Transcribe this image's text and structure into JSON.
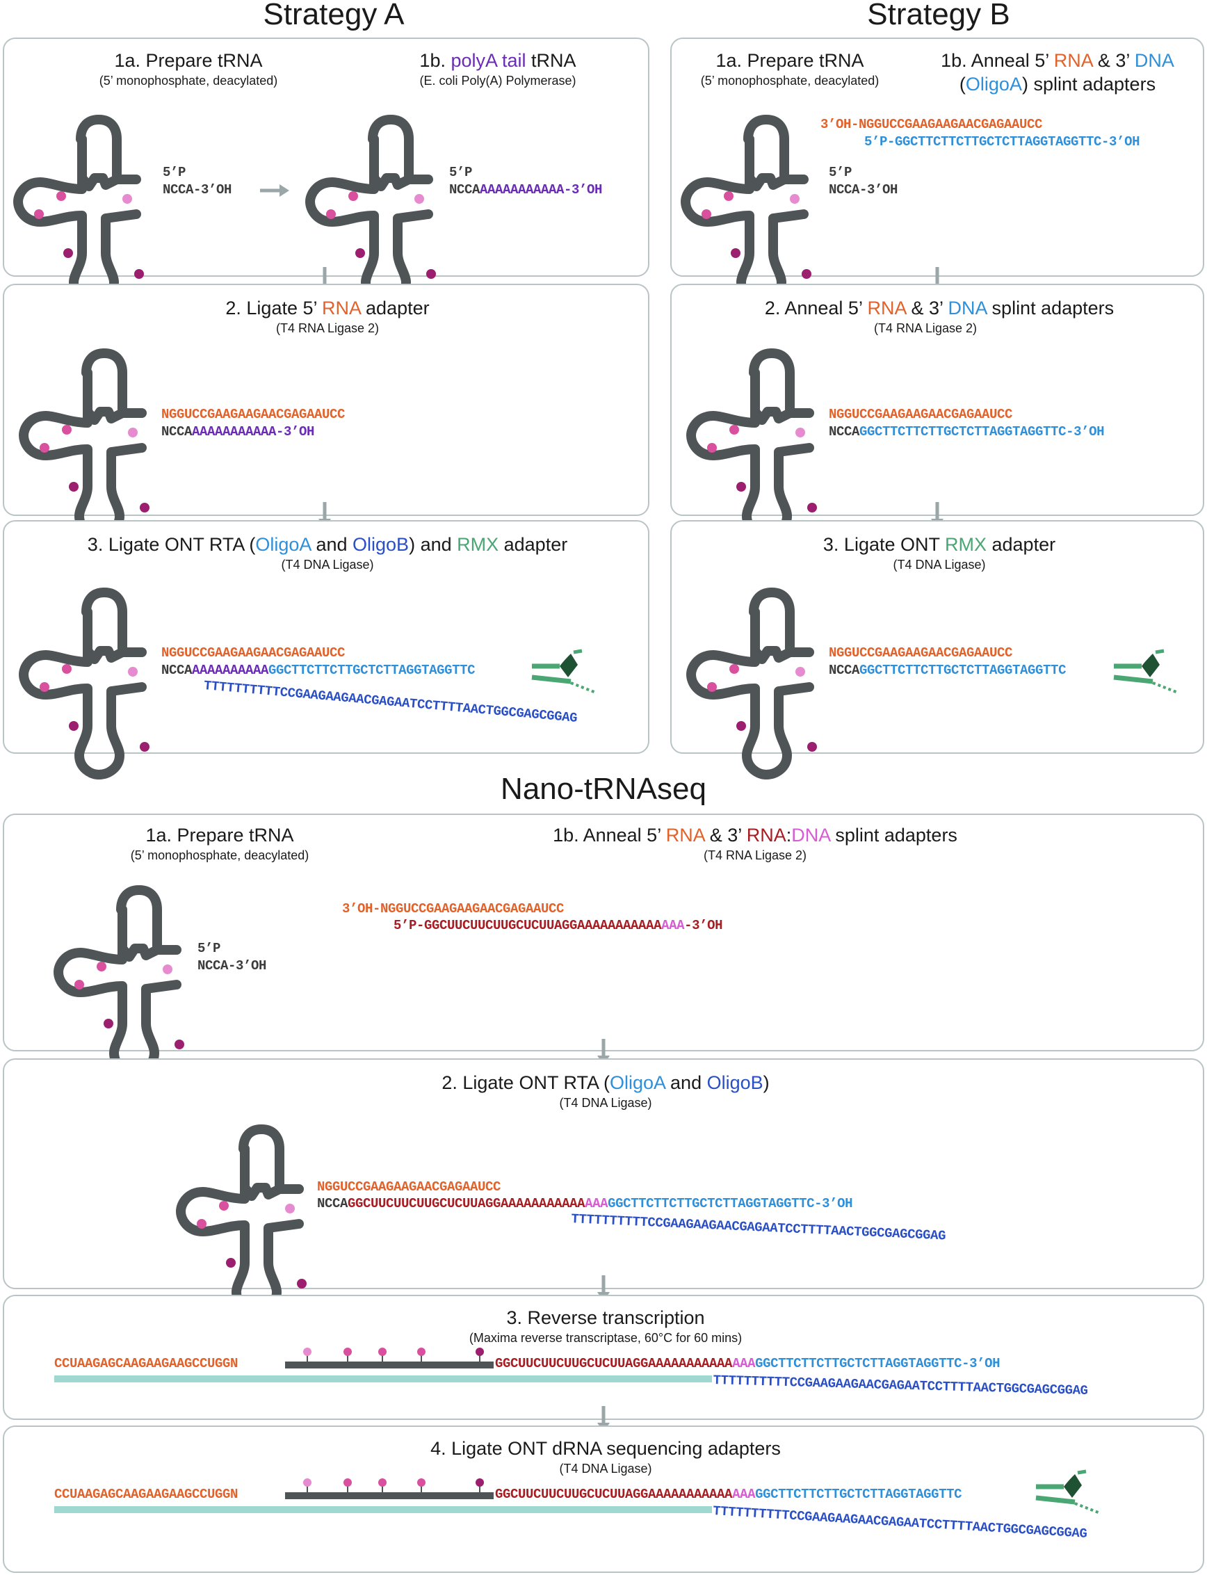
{
  "colors": {
    "trna_body": "#4f5456",
    "rna_adapter": "#e1622a",
    "polyA": "#6a2bb7",
    "oligoA": "#2f8fd9",
    "oligoB": "#2a4fc4",
    "rna_splint": "#a71d22",
    "dna_splint": "#d85dd4",
    "rmx": "#4aa672",
    "cdna": "#9fd8d1",
    "mod_pink": "#d9509f",
    "mod_light": "#e78bd0",
    "mod_dark": "#9c1e6f",
    "arrow": "#9ba6a9",
    "border": "#b9c4c7"
  },
  "icons": [
    "trna-cloverleaf-icon",
    "modification-dot-icon",
    "down-arrow-icon",
    "right-arrow-icon",
    "rmx-motor-protein-icon"
  ],
  "strategyA": {
    "title": "Strategy A",
    "p1": {
      "t1a": "1a. Prepare tRNA",
      "s1a": "(5’ monophosphate, deacylated)",
      "t1b_pre": "1b. ",
      "t1b_hl": "polyA tail",
      "t1b_post": " tRNA",
      "s1b": "(E. coli Poly(A) Polymerase)",
      "five_p": "5’P",
      "end_3oh": "NCCA-3’OH",
      "ncca": "NCCA",
      "polyA_seq": "AAAAAAAAAAA-3’OH"
    },
    "p2": {
      "title_pre": "2. Ligate 5’ ",
      "title_hl": "RNA",
      "title_post": " adapter",
      "sub": "(T4 RNA Ligase 2)",
      "rna_seq": "NGGUCCGAAGAAGAACGAGAAUCC",
      "ncca": "NCCA",
      "polyA_seq": "AAAAAAAAAAA-3’OH"
    },
    "p3": {
      "title_pre": "3. Ligate ONT RTA (",
      "oligoA": "OligoA",
      "and1": " and ",
      "oligoB": "OligoB",
      "mid": ") and ",
      "rmx": "RMX",
      "title_post": " adapter",
      "sub": "(T4 DNA Ligase)",
      "rna_seq": "NGGUCCGAAGAAGAACGAGAAUCC",
      "ncca": "NCCA",
      "polyA_seq": "AAAAAAAAAA",
      "oligoA_seq": "GGCTTCTTCTTGCTCTTAGGTAGGTTC",
      "oligoB_seq": "TTTTTTTTTTCCGAAGAAGAACGAGAATCCTTTTAACTGGCGAGCGGAG"
    }
  },
  "strategyB": {
    "title": "Strategy B",
    "p1": {
      "t1a": "1a. Prepare tRNA",
      "s1a": "(5’ monophosphate, deacylated)",
      "t1b_pre": "1b. Anneal 5’ ",
      "rna": "RNA",
      "amp": " & 3’ ",
      "dna": "DNA",
      "t1b_line2_pre": "(",
      "oligoA": "OligoA",
      "t1b_line2_post": ") splint adapters",
      "rna_adapter_seq": "3’OH-NGGUCCGAAGAAGAACGAGAAUCC",
      "dna_adapter_seq": "5’P-GGCTTCTTCTTGCTCTTAGGTAGGTTC-3’OH",
      "five_p": "5’P",
      "end_3oh": "NCCA-3’OH"
    },
    "p2": {
      "title_pre": "2. Anneal 5’ ",
      "rna": "RNA",
      "amp": " & 3’ ",
      "dna": "DNA",
      "title_post": " splint adapters",
      "sub": "(T4 RNA Ligase 2)",
      "rna_seq": "NGGUCCGAAGAAGAACGAGAAUCC",
      "ncca": "NCCA",
      "dna_seq": "GGCTTCTTCTTGCTCTTAGGTAGGTTC-3’OH"
    },
    "p3": {
      "title_pre": "3. Ligate ONT ",
      "rmx": "RMX",
      "title_post": " adapter",
      "sub": "(T4 DNA Ligase)",
      "rna_seq": "NGGUCCGAAGAAGAACGAGAAUCC",
      "ncca": "NCCA",
      "dna_seq": "GGCTTCTTCTTGCTCTTAGGTAGGTTC"
    }
  },
  "nano": {
    "title": "Nano-tRNAseq",
    "p1": {
      "t1a": "1a. Prepare tRNA",
      "s1a": "(5’ monophosphate, deacylated)",
      "t1b_pre": "1b. Anneal 5’ ",
      "rna": "RNA",
      "amp": " & 3’ ",
      "rna2": "RNA",
      "colon": ":",
      "dna": "DNA",
      "t1b_post": " splint adapters",
      "s1b": "(T4 RNA Ligase 2)",
      "rna_adapter_seq": "3’OH-NGGUCCGAAGAAGAACGAGAAUCC",
      "splint_red": "5’P-GGCUUCUUCUUGCUCUUAGGAAAAAAAAAAA",
      "splint_pink": "AAA",
      "splint_end": "-3’OH",
      "five_p": "5’P",
      "end_3oh": "NCCA-3’OH"
    },
    "p2": {
      "title_pre": "2. Ligate ONT RTA (",
      "oligoA": "OligoA",
      "and1": " and ",
      "oligoB": "OligoB",
      "title_post": ")",
      "sub": "(T4 DNA Ligase)",
      "rna_seq": "NGGUCCGAAGAAGAACGAGAAUCC",
      "ncca": "NCCA",
      "red_seq": "GGCUUCUUCUUGCUCUUAGGAAAAAAAAAAA",
      "pink_seq": "AAA",
      "oligoA_seq": "GGCTTCTTCTTGCTCTTAGGTAGGTTC-3’OH",
      "oligoB_seq": "TTTTTTTTTTCCGAAGAAGAACGAGAATCCTTTTAACTGGCGAGCGGAG"
    },
    "p3": {
      "title": "3. Reverse transcription",
      "sub": "(Maxima reverse transcriptase, 60°C for 60 mins)",
      "cdna_seq": "CCUAAGAGCAAGAAGAAGCCUGGN",
      "red_seq": "GGCUUCUUCUUGCUCUUAGGAAAAAAAAAAA",
      "pink_seq": "AAA",
      "oligoA_seq": "GGCTTCTTCTTGCTCTTAGGTAGGTTC-3’OH",
      "oligoB_seq": "TTTTTTTTTTCCGAAGAAGAACGAGAATCCTTTTAACTGGCGAGCGGAG"
    },
    "p4": {
      "title": "4. Ligate ONT dRNA sequencing adapters",
      "sub": "(T4 DNA Ligase)",
      "cdna_seq": "CCUAAGAGCAAGAAGAAGCCUGGN",
      "red_seq": "GGCUUCUUCUUGCUCUUAGGAAAAAAAAAAA",
      "pink_seq": "AAA",
      "oligoA_seq": "GGCTTCTTCTTGCTCTTAGGTAGGTTC",
      "oligoB_seq": "TTTTTTTTTTCCGAAGAAGAACGAGAATCCTTTTAACTGGCGAGCGGAG"
    }
  }
}
